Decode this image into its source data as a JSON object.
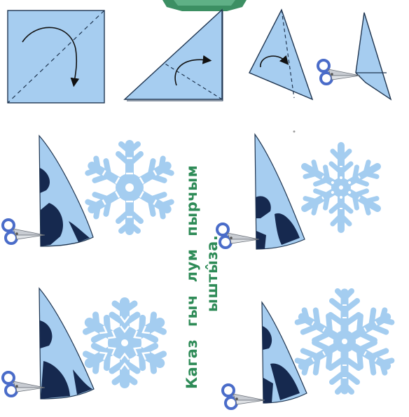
{
  "caption": {
    "line1": "Кагаз гыч лум пырчым",
    "line2": "ышты̂за.",
    "color": "#2e8b57"
  },
  "colors": {
    "paper": "#a6cdf0",
    "paper_dark": "#16294f",
    "snowflake": "#a4cdf0",
    "outline": "#1f3550",
    "banner": "#3c8f63",
    "scissor_handle": "#4a6cc9",
    "scissor_blade": "#c8ccd2"
  },
  "steps": [
    {
      "id": 1,
      "name": "square-fold"
    },
    {
      "id": 2,
      "name": "triangle-fold"
    },
    {
      "id": 3,
      "name": "narrow-fold"
    },
    {
      "id": 4,
      "name": "cut-top"
    },
    {
      "id": 5,
      "name": "pattern-a"
    },
    {
      "id": 6,
      "name": "pattern-b"
    },
    {
      "id": 7,
      "name": "pattern-c"
    },
    {
      "id": 8,
      "name": "pattern-d"
    }
  ]
}
